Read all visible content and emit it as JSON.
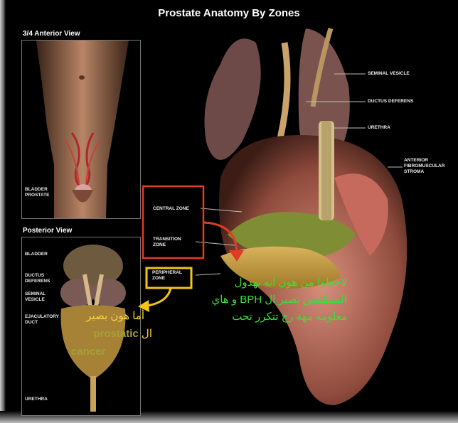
{
  "slide": {
    "title": "Prostate Anatomy By Zones",
    "anterior_view": {
      "label": "3/4 Anterior View",
      "tag_bladder": "BLADDER",
      "tag_prostate": "PROSTATE"
    },
    "posterior_view": {
      "label": "Posterior View",
      "tags": [
        "BLADDER",
        "DUCTUS DEFERENS",
        "SEMINAL VESICLE",
        "EJACULATORY DUCT",
        "URETHRA"
      ]
    },
    "main_labels": {
      "seminal_vesicle": "SEMINAL VESICLE",
      "ductus_deferens": "DUCTUS DEFERENS",
      "urethra": "URETHRA",
      "anterior_stroma": "ANTERIOR FIBROMUSCULAR STROMA",
      "central_zone": "CENTRAL ZONE",
      "transition_zone": "TRANSITION ZONE",
      "peripheral_zone": "PERIPHERAL ZONE"
    },
    "notes": {
      "green_right": "لاحظوا من هون انه بهدول المنطقتين بصير ال BPH و هاي معلومه مهة رح تتكرر تحت",
      "left_line1": "أما هون بصير",
      "left_line2_ar": "ال",
      "left_line2_en": "prostatic",
      "left_line3": "cancer"
    },
    "colors": {
      "red_box": "#e03b24",
      "yellow_box": "#f2c418",
      "green_text": "#38e038",
      "yellow_text": "#ffd23a"
    }
  }
}
